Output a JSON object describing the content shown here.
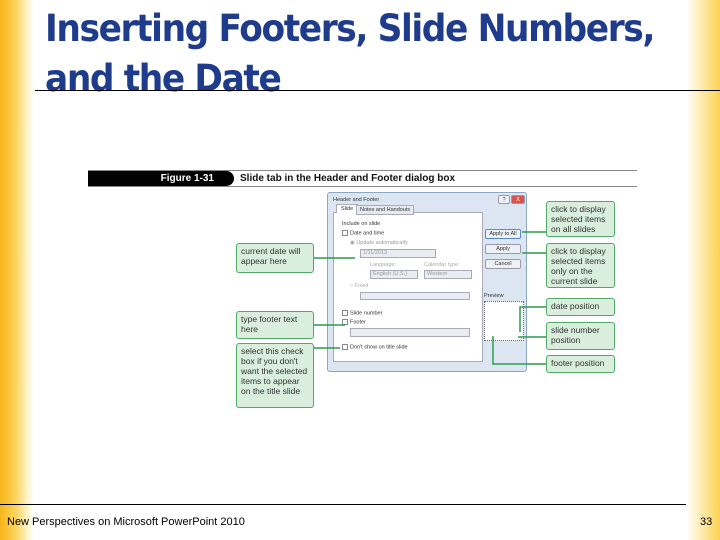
{
  "slide": {
    "title_line1": "Inserting Footers, Slide Numbers,",
    "title_line2": "and the Date",
    "footer": "New Perspectives on Microsoft PowerPoint 2010",
    "page_number": "33"
  },
  "figure": {
    "label": "Figure 1-31",
    "caption": "Slide tab in the Header and Footer dialog box"
  },
  "dialog": {
    "title": "Header and Footer",
    "tabs": [
      "Slide",
      "Notes and Handouts"
    ],
    "group": "Include on slide",
    "date_time": "Date and time",
    "update_auto": "Update automatically",
    "date_value": "1/11/2013",
    "language_label": "Language:",
    "language_value": "English (U.S.)",
    "calendar_label": "Calendar type:",
    "calendar_value": "Western",
    "fixed": "Fixed",
    "slide_number": "Slide number",
    "footer": "Footer",
    "dont_show": "Don't show on title slide",
    "apply_all": "Apply to All",
    "apply": "Apply",
    "cancel": "Cancel",
    "preview": "Preview",
    "help": "?",
    "close": "X"
  },
  "callouts": {
    "date": "current date will appear here",
    "footer_text": "type footer text here",
    "title_slide": "select this check box if you don't want the selected items to appear on the title slide",
    "apply_all": "click to display selected items on all slides",
    "apply": "click to display selected items only on the current slide",
    "date_pos": "date position",
    "number_pos": "slide number position",
    "footer_pos": "footer position"
  },
  "colors": {
    "title": "#1f3c8c",
    "callout_border": "#52a866",
    "callout_fill": "#d9eedd"
  }
}
